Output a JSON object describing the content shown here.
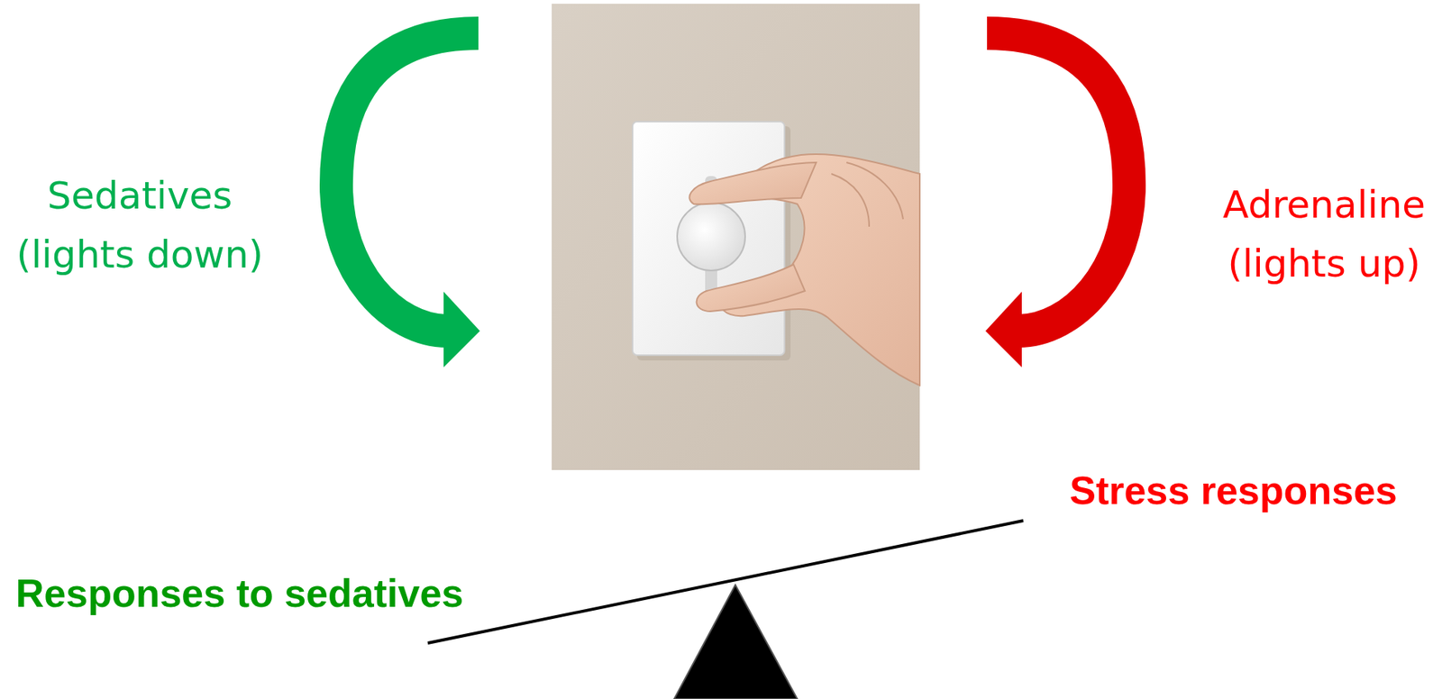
{
  "diagram": {
    "labels": [
      "Sedatives (lights down)",
      "Adrenaline (lights up)",
      "Stress responses",
      "Responses to sedatives"
    ]
  }
}
